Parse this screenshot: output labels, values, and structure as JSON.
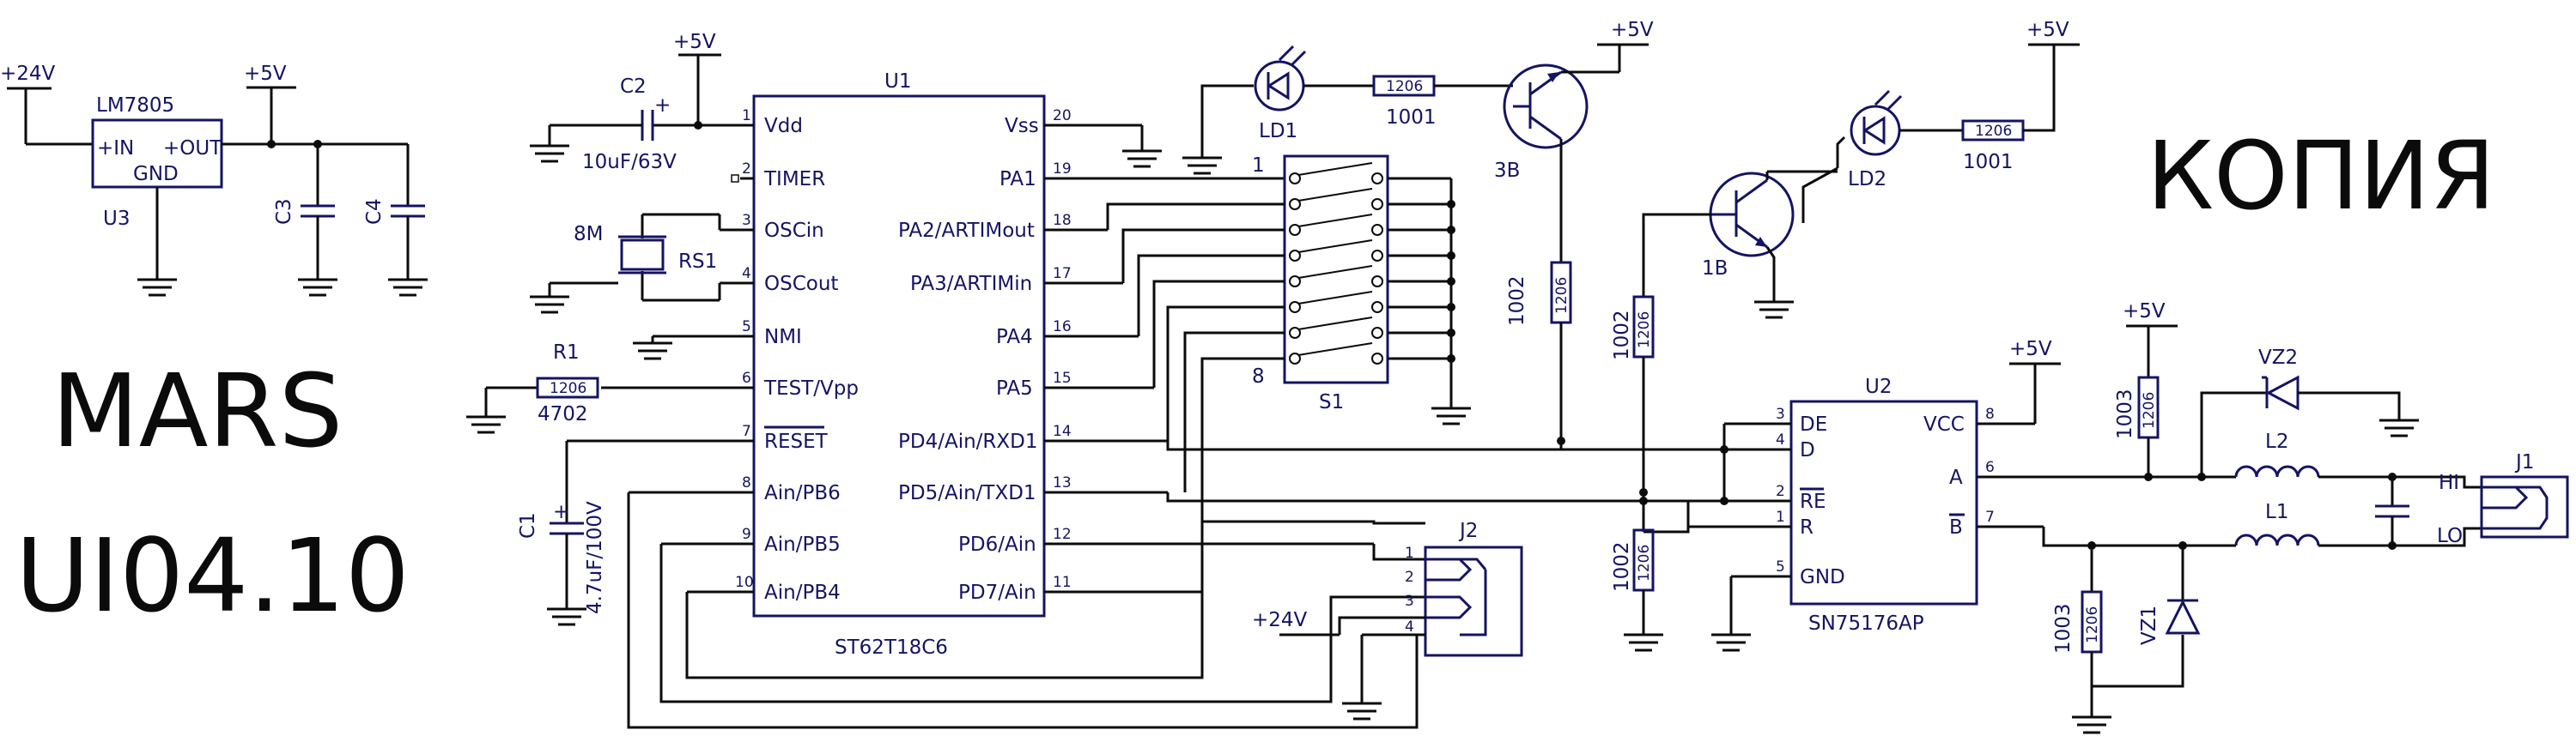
{
  "title_lines": [
    "MARS",
    "UI04.10"
  ],
  "stamp": "КОПИЯ",
  "regulator": {
    "ref": "U3",
    "part": "LM7805",
    "in_pin": "+IN",
    "out_pin": "+OUT",
    "gnd_pin": "GND",
    "input_rail": "+24V",
    "output_rail": "+5V"
  },
  "caps": {
    "c3": "C3",
    "c4": "C4",
    "c2": "C2",
    "c2_value": "10uF/63V",
    "c1": "C1",
    "c1_value": "4.7uF/100V"
  },
  "mcu": {
    "ref": "U1",
    "part": "ST62T18C6",
    "left_pins": [
      {
        "num": "1",
        "name": "Vdd"
      },
      {
        "num": "2",
        "name": "TIMER"
      },
      {
        "num": "3",
        "name": "OSCin"
      },
      {
        "num": "4",
        "name": "OSCout"
      },
      {
        "num": "5",
        "name": "NMI"
      },
      {
        "num": "6",
        "name": "TEST/Vpp"
      },
      {
        "num": "7",
        "name": "RESET"
      },
      {
        "num": "8",
        "name": "Ain/PB6"
      },
      {
        "num": "9",
        "name": "Ain/PB5"
      },
      {
        "num": "10",
        "name": "Ain/PB4"
      }
    ],
    "right_pins": [
      {
        "num": "20",
        "name": "Vss"
      },
      {
        "num": "19",
        "name": "PA1"
      },
      {
        "num": "18",
        "name": "PA2/ARTIMout"
      },
      {
        "num": "17",
        "name": "PA3/ARTIMin"
      },
      {
        "num": "16",
        "name": "PA4"
      },
      {
        "num": "15",
        "name": "PA5"
      },
      {
        "num": "14",
        "name": "PD4/Ain/RXD1"
      },
      {
        "num": "13",
        "name": "PD5/Ain/TXD1"
      },
      {
        "num": "12",
        "name": "PD6/Ain"
      },
      {
        "num": "11",
        "name": "PD7/Ain"
      }
    ]
  },
  "crystal": {
    "ref": "RS1",
    "value": "8M"
  },
  "r1": {
    "ref": "R1",
    "pkg": "1206",
    "value": "4702"
  },
  "switch": {
    "ref": "S1",
    "first_pin": "1",
    "last_pin": "8"
  },
  "connector_j2": {
    "ref": "J2",
    "pins": [
      "1",
      "2",
      "3",
      "4"
    ],
    "rail": "+24V"
  },
  "led1": {
    "ref": "LD1",
    "pkg": "1206",
    "value": "1001"
  },
  "transistor_3b": {
    "ref": "3B",
    "rail": "+5V"
  },
  "r_3b": {
    "pkg": "1206",
    "value": "1002"
  },
  "led2": {
    "ref": "LD2",
    "pkg": "1206",
    "value": "1001"
  },
  "transistor_1b": {
    "ref": "1B",
    "rail": "+5V"
  },
  "r_1b": {
    "pkg": "1206",
    "value": "1002"
  },
  "r_re": {
    "pkg": "1206",
    "value": "1002"
  },
  "transceiver": {
    "ref": "U2",
    "part": "SN75176AP",
    "left_pins": [
      {
        "num": "3",
        "name": "DE"
      },
      {
        "num": "4",
        "name": "D"
      },
      {
        "num": "2",
        "name": "RE"
      },
      {
        "num": "1",
        "name": "R"
      },
      {
        "num": "5",
        "name": "GND"
      }
    ],
    "right_pins": [
      {
        "num": "8",
        "name": "VCC"
      },
      {
        "num": "6",
        "name": "A"
      },
      {
        "num": "7",
        "name": "B"
      }
    ],
    "rail": "+5V"
  },
  "r_pullup": {
    "pkg": "1206",
    "value": "1003",
    "rail": "+5V"
  },
  "r_pulldown": {
    "pkg": "1206",
    "value": "1003"
  },
  "vz2": {
    "ref": "VZ2"
  },
  "vz1": {
    "ref": "VZ1"
  },
  "l2": {
    "ref": "L2"
  },
  "l1": {
    "ref": "L1"
  },
  "connector_j1": {
    "ref": "J1",
    "hi": "HI",
    "lo": "LO"
  },
  "colors": {
    "ink": "#0b0b0b",
    "label": "#141463",
    "paper": "#ffffff"
  }
}
